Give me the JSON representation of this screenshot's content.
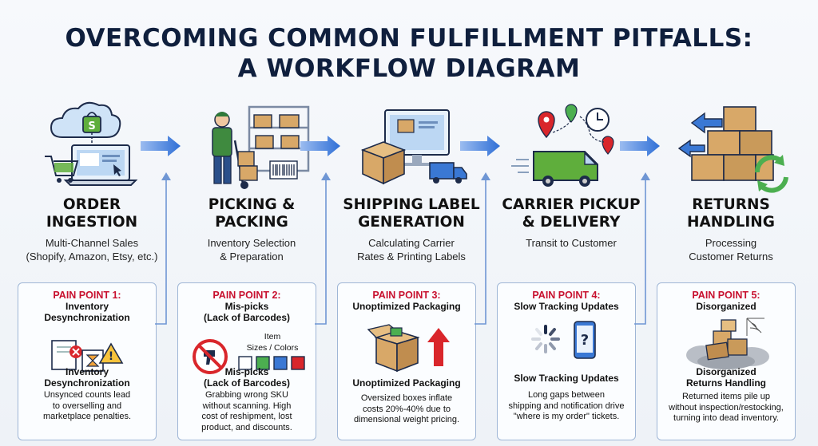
{
  "title": {
    "line1": "OVERCOMING COMMON FULFILLMENT PITFALLS:",
    "line2": "A WORKFLOW DIAGRAM"
  },
  "stages": [
    {
      "title": [
        "ORDER",
        "INGESTION"
      ],
      "subtitle": [
        "Multi-Channel Sales",
        "(Shopify, Amazon, Etsy, etc.)"
      ],
      "pain_label": "PAIN POINT 1:",
      "pain_name": [
        "Inventory",
        "Desynchronization"
      ],
      "pain_name2": [
        "Inventory",
        "Desynchronization"
      ],
      "pain_desc": [
        "Unsynced counts lead",
        "to overselling and",
        "marketplace penalties."
      ]
    },
    {
      "title": [
        "PICKING &",
        "PACKING"
      ],
      "subtitle": [
        "Inventory Selection",
        "& Preparation"
      ],
      "pain_label": "PAIN POINT 2:",
      "pain_name": [
        "Mis-picks",
        "(Lack of Barcodes)"
      ],
      "illus_text": [
        "Item",
        "Sizes / Colors"
      ],
      "pain_name2": [
        "Mis-picks",
        "(Lack of Barcodes)"
      ],
      "pain_desc": [
        "Grabbing wrong SKU",
        "without scanning. High",
        "cost of reshipment, lost",
        "product, and discounts."
      ]
    },
    {
      "title": [
        "SHIPPING LABEL",
        "GENERATION"
      ],
      "subtitle": [
        "Calculating Carrier",
        "Rates & Printing Labels"
      ],
      "pain_label": "PAIN POINT 3:",
      "pain_name": [
        "Unoptimized Packaging"
      ],
      "pain_name2": [
        "Unoptimized Packaging"
      ],
      "pain_desc": [
        "Oversized boxes inflate",
        "costs 20%-40% due to",
        "dimensional weight pricing."
      ]
    },
    {
      "title": [
        "CARRIER PICKUP",
        "& DELIVERY"
      ],
      "subtitle": [
        "Transit to Customer"
      ],
      "pain_label": "PAIN POINT 4:",
      "pain_name": [
        "Slow Tracking Updates"
      ],
      "pain_name2": [
        "Slow Tracking Updates"
      ],
      "pain_desc": [
        "Long gaps between",
        "shipping and notification drive",
        "\"where is my order\" tickets."
      ]
    },
    {
      "title": [
        "RETURNS",
        "HANDLING"
      ],
      "subtitle": [
        "Processing",
        "Customer Returns"
      ],
      "pain_label": "PAIN POINT 5:",
      "pain_name": [
        "Disorganized"
      ],
      "pain_name2": [
        "Disorganized",
        "Returns Handling"
      ],
      "pain_desc": [
        "Returned items pile up",
        "without inspection/restocking,",
        "turning into dead inventory."
      ]
    }
  ],
  "colors": {
    "title": "#0f1f3d",
    "pain_label": "#c8102e",
    "arrow": "#2f6fd6",
    "box_border": "#9fb6d6"
  }
}
